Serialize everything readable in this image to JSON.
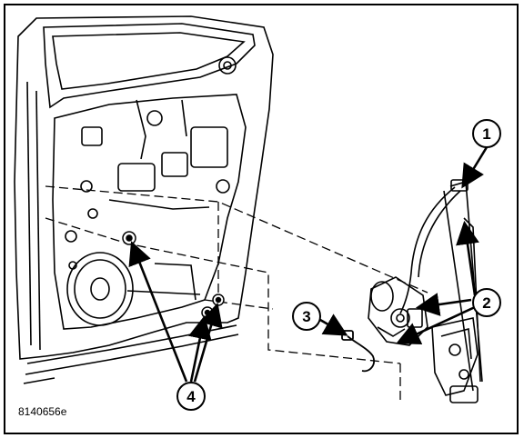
{
  "diagram": {
    "figure_id": "8140656e",
    "callouts": [
      {
        "id": "callout-1",
        "label": "1"
      },
      {
        "id": "callout-2",
        "label": "2"
      },
      {
        "id": "callout-3",
        "label": "3"
      },
      {
        "id": "callout-4",
        "label": "4"
      }
    ]
  }
}
